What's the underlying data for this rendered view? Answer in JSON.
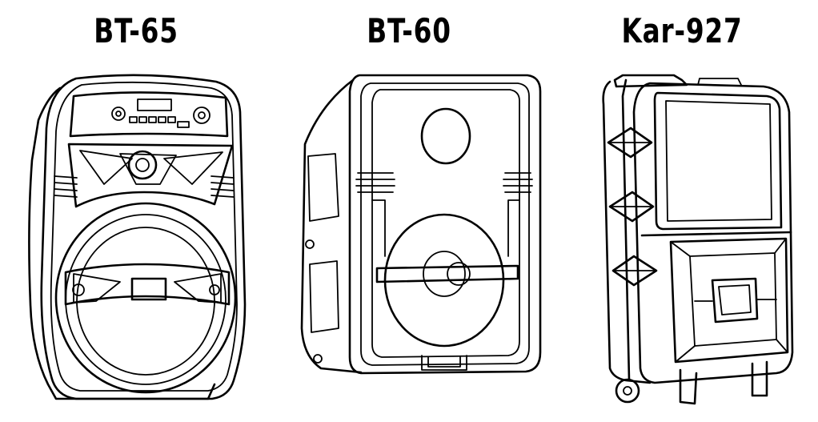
{
  "figures": [
    {
      "label": "BT-65"
    },
    {
      "label": "BT-60"
    },
    {
      "label": "Kar-927"
    }
  ]
}
